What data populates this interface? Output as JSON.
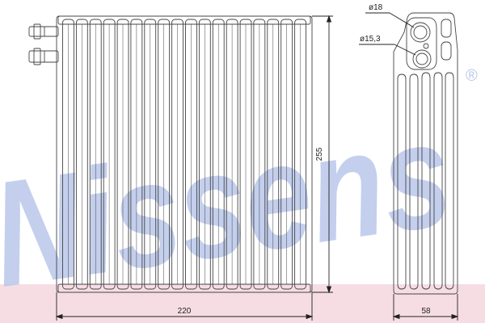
{
  "drawing": {
    "front_view": {
      "width_label": "220",
      "height_label": "255",
      "tube_count": 18
    },
    "side_view": {
      "width_label": "58",
      "inlet_diameter_label": "ø18",
      "outlet_diameter_label": "ø15,3"
    }
  },
  "watermark": {
    "text": "Nissens",
    "registered_mark": "®",
    "color": "#b9c7ea"
  },
  "colors": {
    "line": "#444444",
    "bottom_band": "#f6dde4"
  }
}
